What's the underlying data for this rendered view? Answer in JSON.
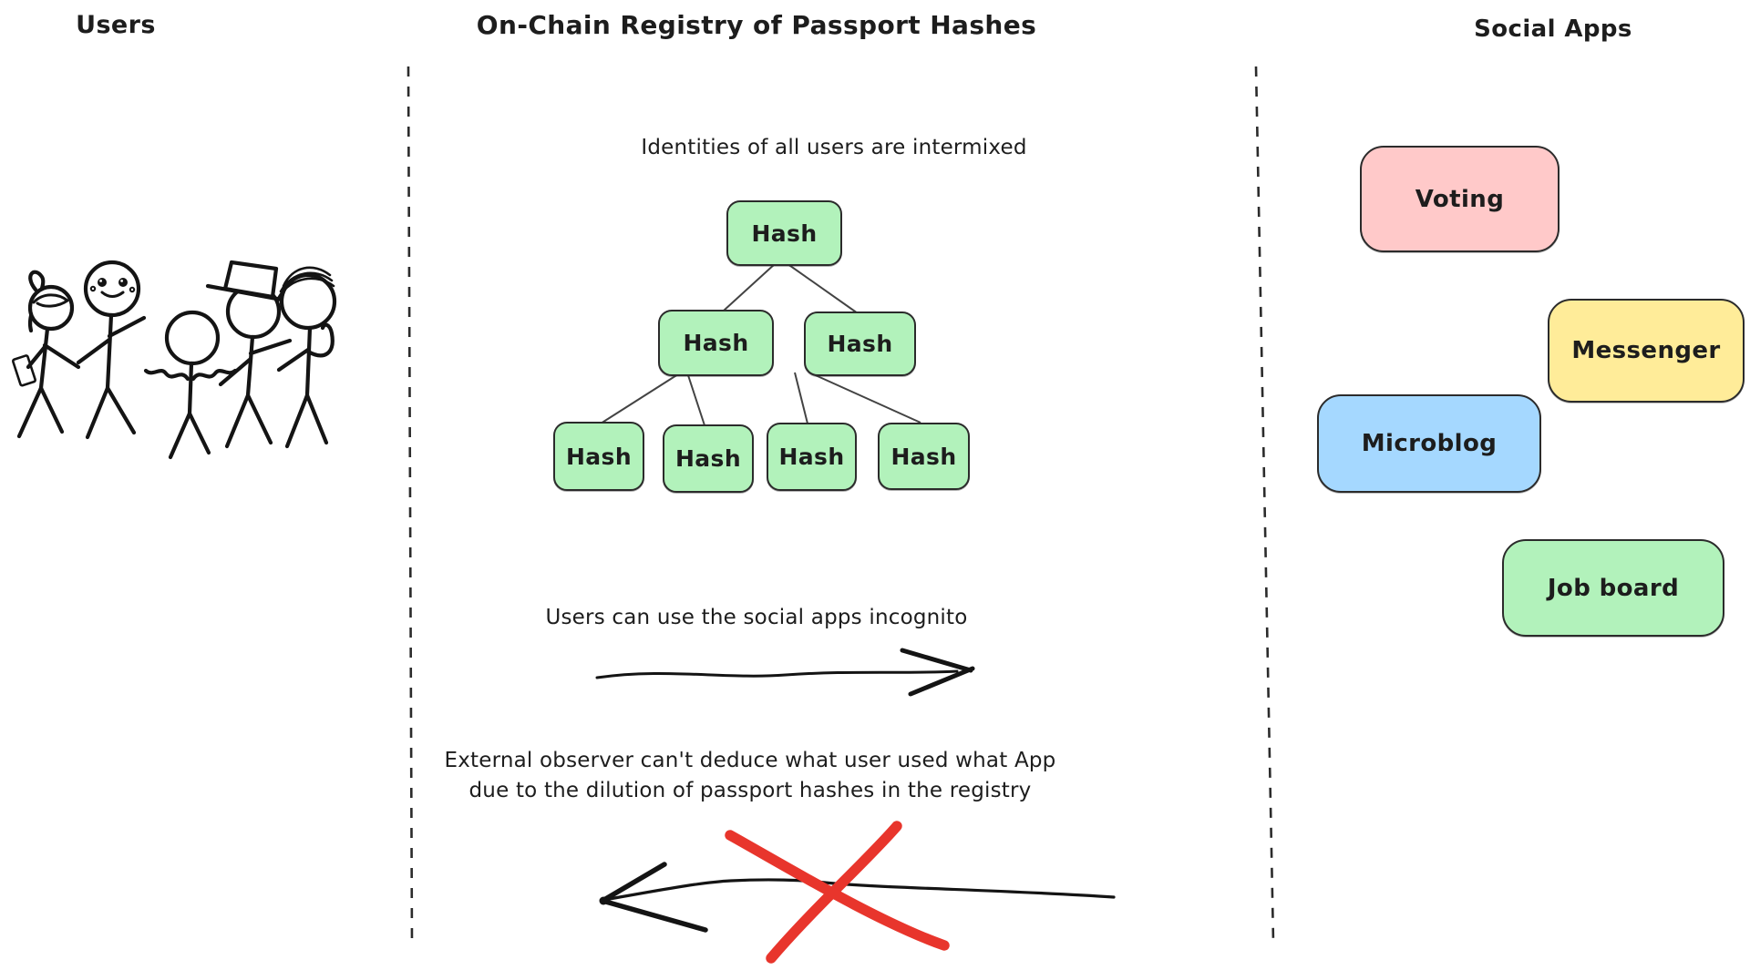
{
  "sections": {
    "users": {
      "title": "Users"
    },
    "registry": {
      "title": "On-Chain Registry of Passport Hashes",
      "intermixed_note": "Identities of all users are intermixed",
      "incognito_note": "Users can use the social apps incognito",
      "observer_note_line1": "External observer can't deduce what user used what App",
      "observer_note_line2": "due to the dilution of passport hashes in the registry"
    },
    "social": {
      "title": "Social Apps"
    }
  },
  "tree": {
    "node_fill": "#b2f2bb",
    "nodes": [
      {
        "id": "root",
        "label": "Hash"
      },
      {
        "id": "level2-left",
        "label": "Hash"
      },
      {
        "id": "level2-right",
        "label": "Hash"
      },
      {
        "id": "leaf-1",
        "label": "Hash"
      },
      {
        "id": "leaf-2",
        "label": "Hash"
      },
      {
        "id": "leaf-3",
        "label": "Hash"
      },
      {
        "id": "leaf-4",
        "label": "Hash"
      }
    ]
  },
  "social_apps": [
    {
      "label": "Voting",
      "fill": "#ffc9c9"
    },
    {
      "label": "Messenger",
      "fill": "#ffec99"
    },
    {
      "label": "Microblog",
      "fill": "#a5d8ff"
    },
    {
      "label": "Job board",
      "fill": "#b2f2bb"
    }
  ],
  "colors": {
    "ink": "#1d1d1d",
    "edge_stroke": "#434343",
    "red_cross": "#e8352c"
  },
  "icons": {
    "users_illustration": "stick-figures-illustration",
    "incognito_arrow": "arrow-right-icon",
    "blocked_arrow": "arrow-left-icon",
    "cross_mark": "red-x-icon",
    "dividers": "dashed-divider"
  }
}
